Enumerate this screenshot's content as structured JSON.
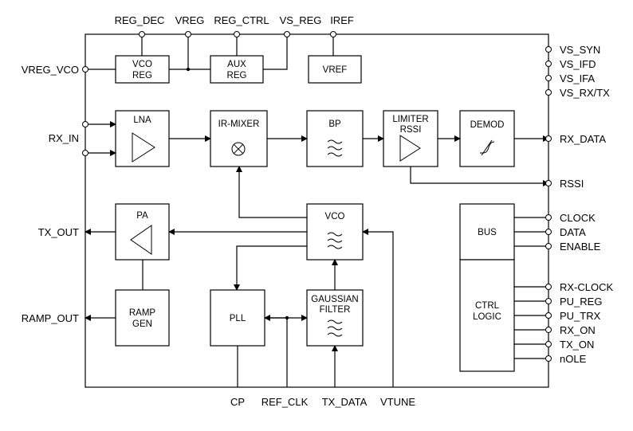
{
  "diagram": {
    "top_pins": [
      "REG_DEC",
      "VREG",
      "REG_CTRL",
      "VS_REG",
      "IREF"
    ],
    "left_pins": [
      "VREG_VCO",
      "RX_IN",
      "TX_OUT",
      "RAMP_OUT"
    ],
    "right_pins": [
      "VS_SYN",
      "VS_IFD",
      "VS_IFA",
      "VS_RX/TX",
      "RX_DATA",
      "RSSI",
      "CLOCK",
      "DATA",
      "ENABLE",
      "RX-CLOCK",
      "PU_REG",
      "PU_TRX",
      "RX_ON",
      "TX_ON",
      "nOLE"
    ],
    "bottom_pins": [
      "CP",
      "REF_CLK",
      "TX_DATA",
      "VTUNE"
    ],
    "blocks": {
      "vco_reg": [
        "VCO",
        "REG"
      ],
      "aux_reg": [
        "AUX",
        "REG"
      ],
      "vref": [
        "VREF"
      ],
      "lna": [
        "LNA"
      ],
      "ir_mixer": [
        "IR-MIXER"
      ],
      "bp": [
        "BP"
      ],
      "limiter_rssi": [
        "LIMITER",
        "RSSI"
      ],
      "demod": [
        "DEMOD"
      ],
      "pa": [
        "PA"
      ],
      "vco": [
        "VCO"
      ],
      "bus": [
        "BUS"
      ],
      "ramp_gen": [
        "RAMP",
        "GEN"
      ],
      "pll": [
        "PLL"
      ],
      "gaussian_filter": [
        "GAUSSIAN",
        "FILTER"
      ],
      "ctrl_logic": [
        "CTRL",
        "LOGIC"
      ]
    }
  }
}
